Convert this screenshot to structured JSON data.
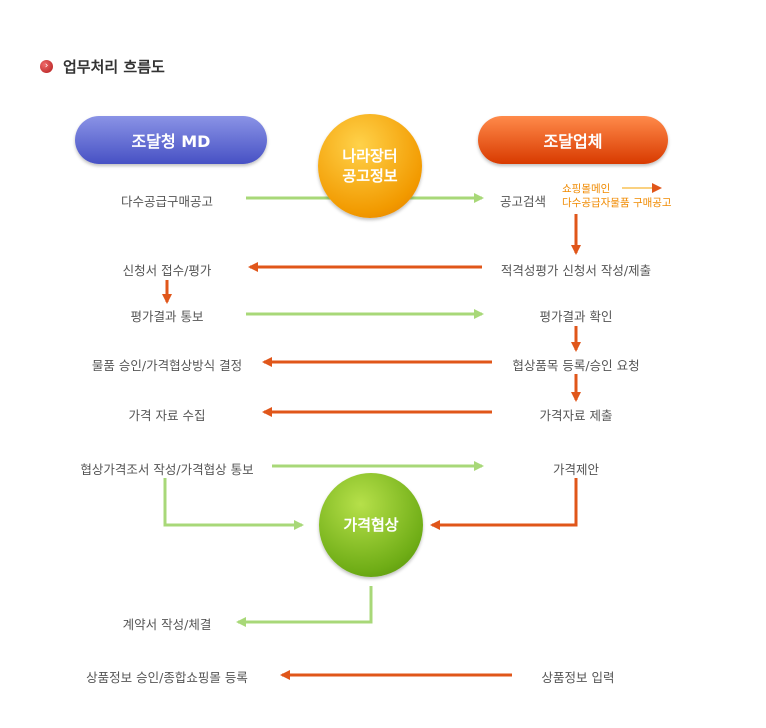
{
  "heading": {
    "title": "업무처리 흐름도",
    "icon": "chevron-right-icon"
  },
  "colors": {
    "green": "#a8d878",
    "orange": "#e0561a",
    "blue": "#5a63d0",
    "yellow": "#f5a300"
  },
  "actors": {
    "left": "조달청 MD",
    "right": "조달업체",
    "center_line1": "나라장터",
    "center_line2": "공고정보",
    "negotiation": "가격협상"
  },
  "left_steps": [
    "다수공급구매공고",
    "신청서 접수/평가",
    "평가결과 통보",
    "물품 승인/가격협상방식 결정",
    "가격 자료 수집",
    "협상가격조서 작성/가격협상 통보",
    "계약서 작성/체결",
    "상품정보 승인/종합쇼핑몰 등록"
  ],
  "right_steps": [
    "공고검색",
    "적격성평가 신청서 작성/제출",
    "평가결과 확인",
    "협상품목 등록/승인 요청",
    "가격자료 제출",
    "가격제안",
    "상품정보 입력"
  ],
  "note": {
    "line1": "쇼핑몰메인",
    "line2": "다수공급자물품 구매공고"
  }
}
